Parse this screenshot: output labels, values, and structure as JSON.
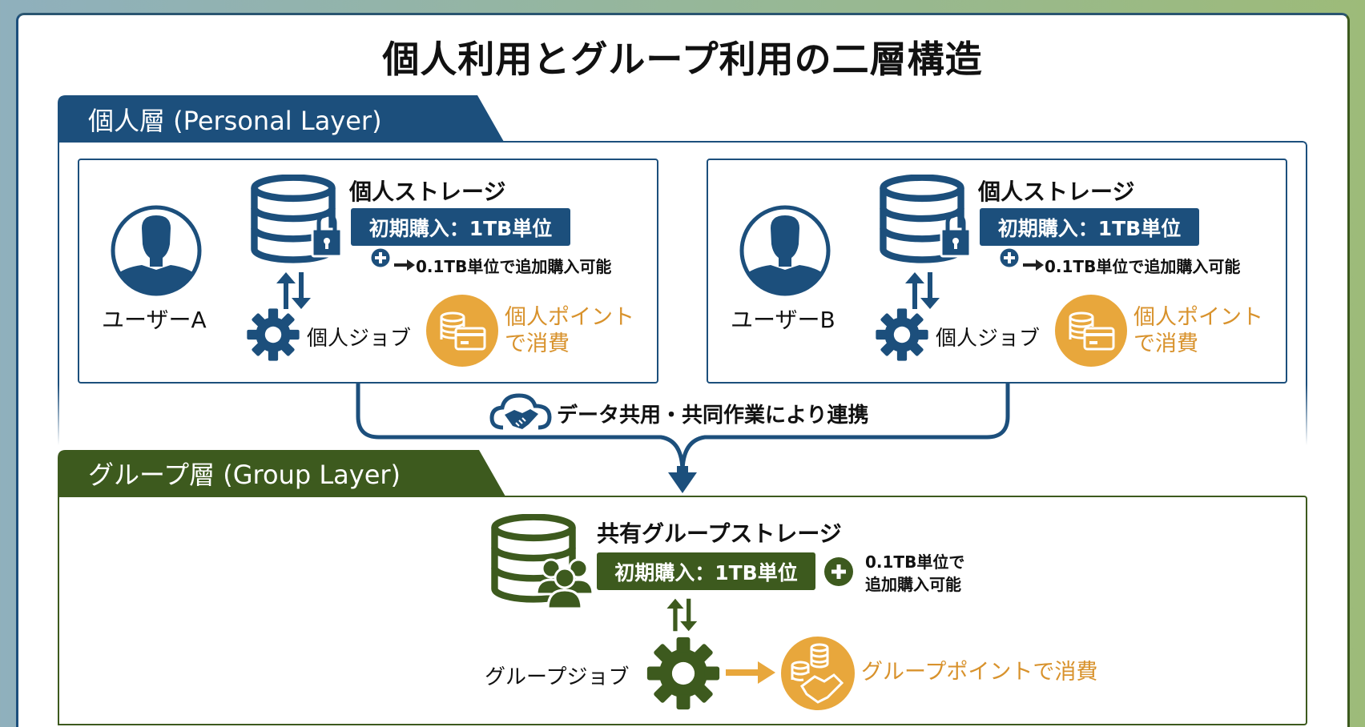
{
  "title": "個人利用とグループ利用の二層構造",
  "colors": {
    "personal": "#1c4f7c",
    "group": "#3d5a1e",
    "points": "#e8a73c",
    "points_text": "#d8922c"
  },
  "personal_layer": {
    "tab_label": "個人層 (Personal Layer)",
    "users": [
      {
        "name": "ユーザーA",
        "storage_title": "個人ストレージ",
        "initial_purchase": "初期購入：1TB単位",
        "additional": "0.1TB単位で追加購入可能",
        "job_label": "個人ジョブ",
        "points_line1": "個人ポイント",
        "points_line2": "で消費",
        "icons": [
          "user-avatar-icon",
          "database-lock-icon",
          "plus-circle-icon",
          "sync-arrows-icon",
          "gear-icon",
          "coins-card-icon"
        ]
      },
      {
        "name": "ユーザーB",
        "storage_title": "個人ストレージ",
        "initial_purchase": "初期購入：1TB単位",
        "additional": "0.1TB単位で追加購入可能",
        "job_label": "個人ジョブ",
        "points_line1": "個人ポイント",
        "points_line2": "で消費",
        "icons": [
          "user-avatar-icon",
          "database-lock-icon",
          "plus-circle-icon",
          "sync-arrows-icon",
          "gear-icon",
          "coins-card-icon"
        ]
      }
    ]
  },
  "connector": {
    "label": "データ共用・共同作業により連携",
    "icon": "cloud-handshake-icon"
  },
  "group_layer": {
    "tab_label": "グループ層 (Group Layer)",
    "storage_title": "共有グループストレージ",
    "initial_purchase": "初期購入：1TB単位",
    "additional_line1": "0.1TB単位で",
    "additional_line2": "追加購入可能",
    "job_label": "グループジョブ",
    "points_label": "グループポイントで消費",
    "icons": [
      "database-group-icon",
      "plus-circle-icon",
      "sync-arrows-icon",
      "gear-icon",
      "arrow-right-icon",
      "coins-handshake-icon"
    ]
  }
}
